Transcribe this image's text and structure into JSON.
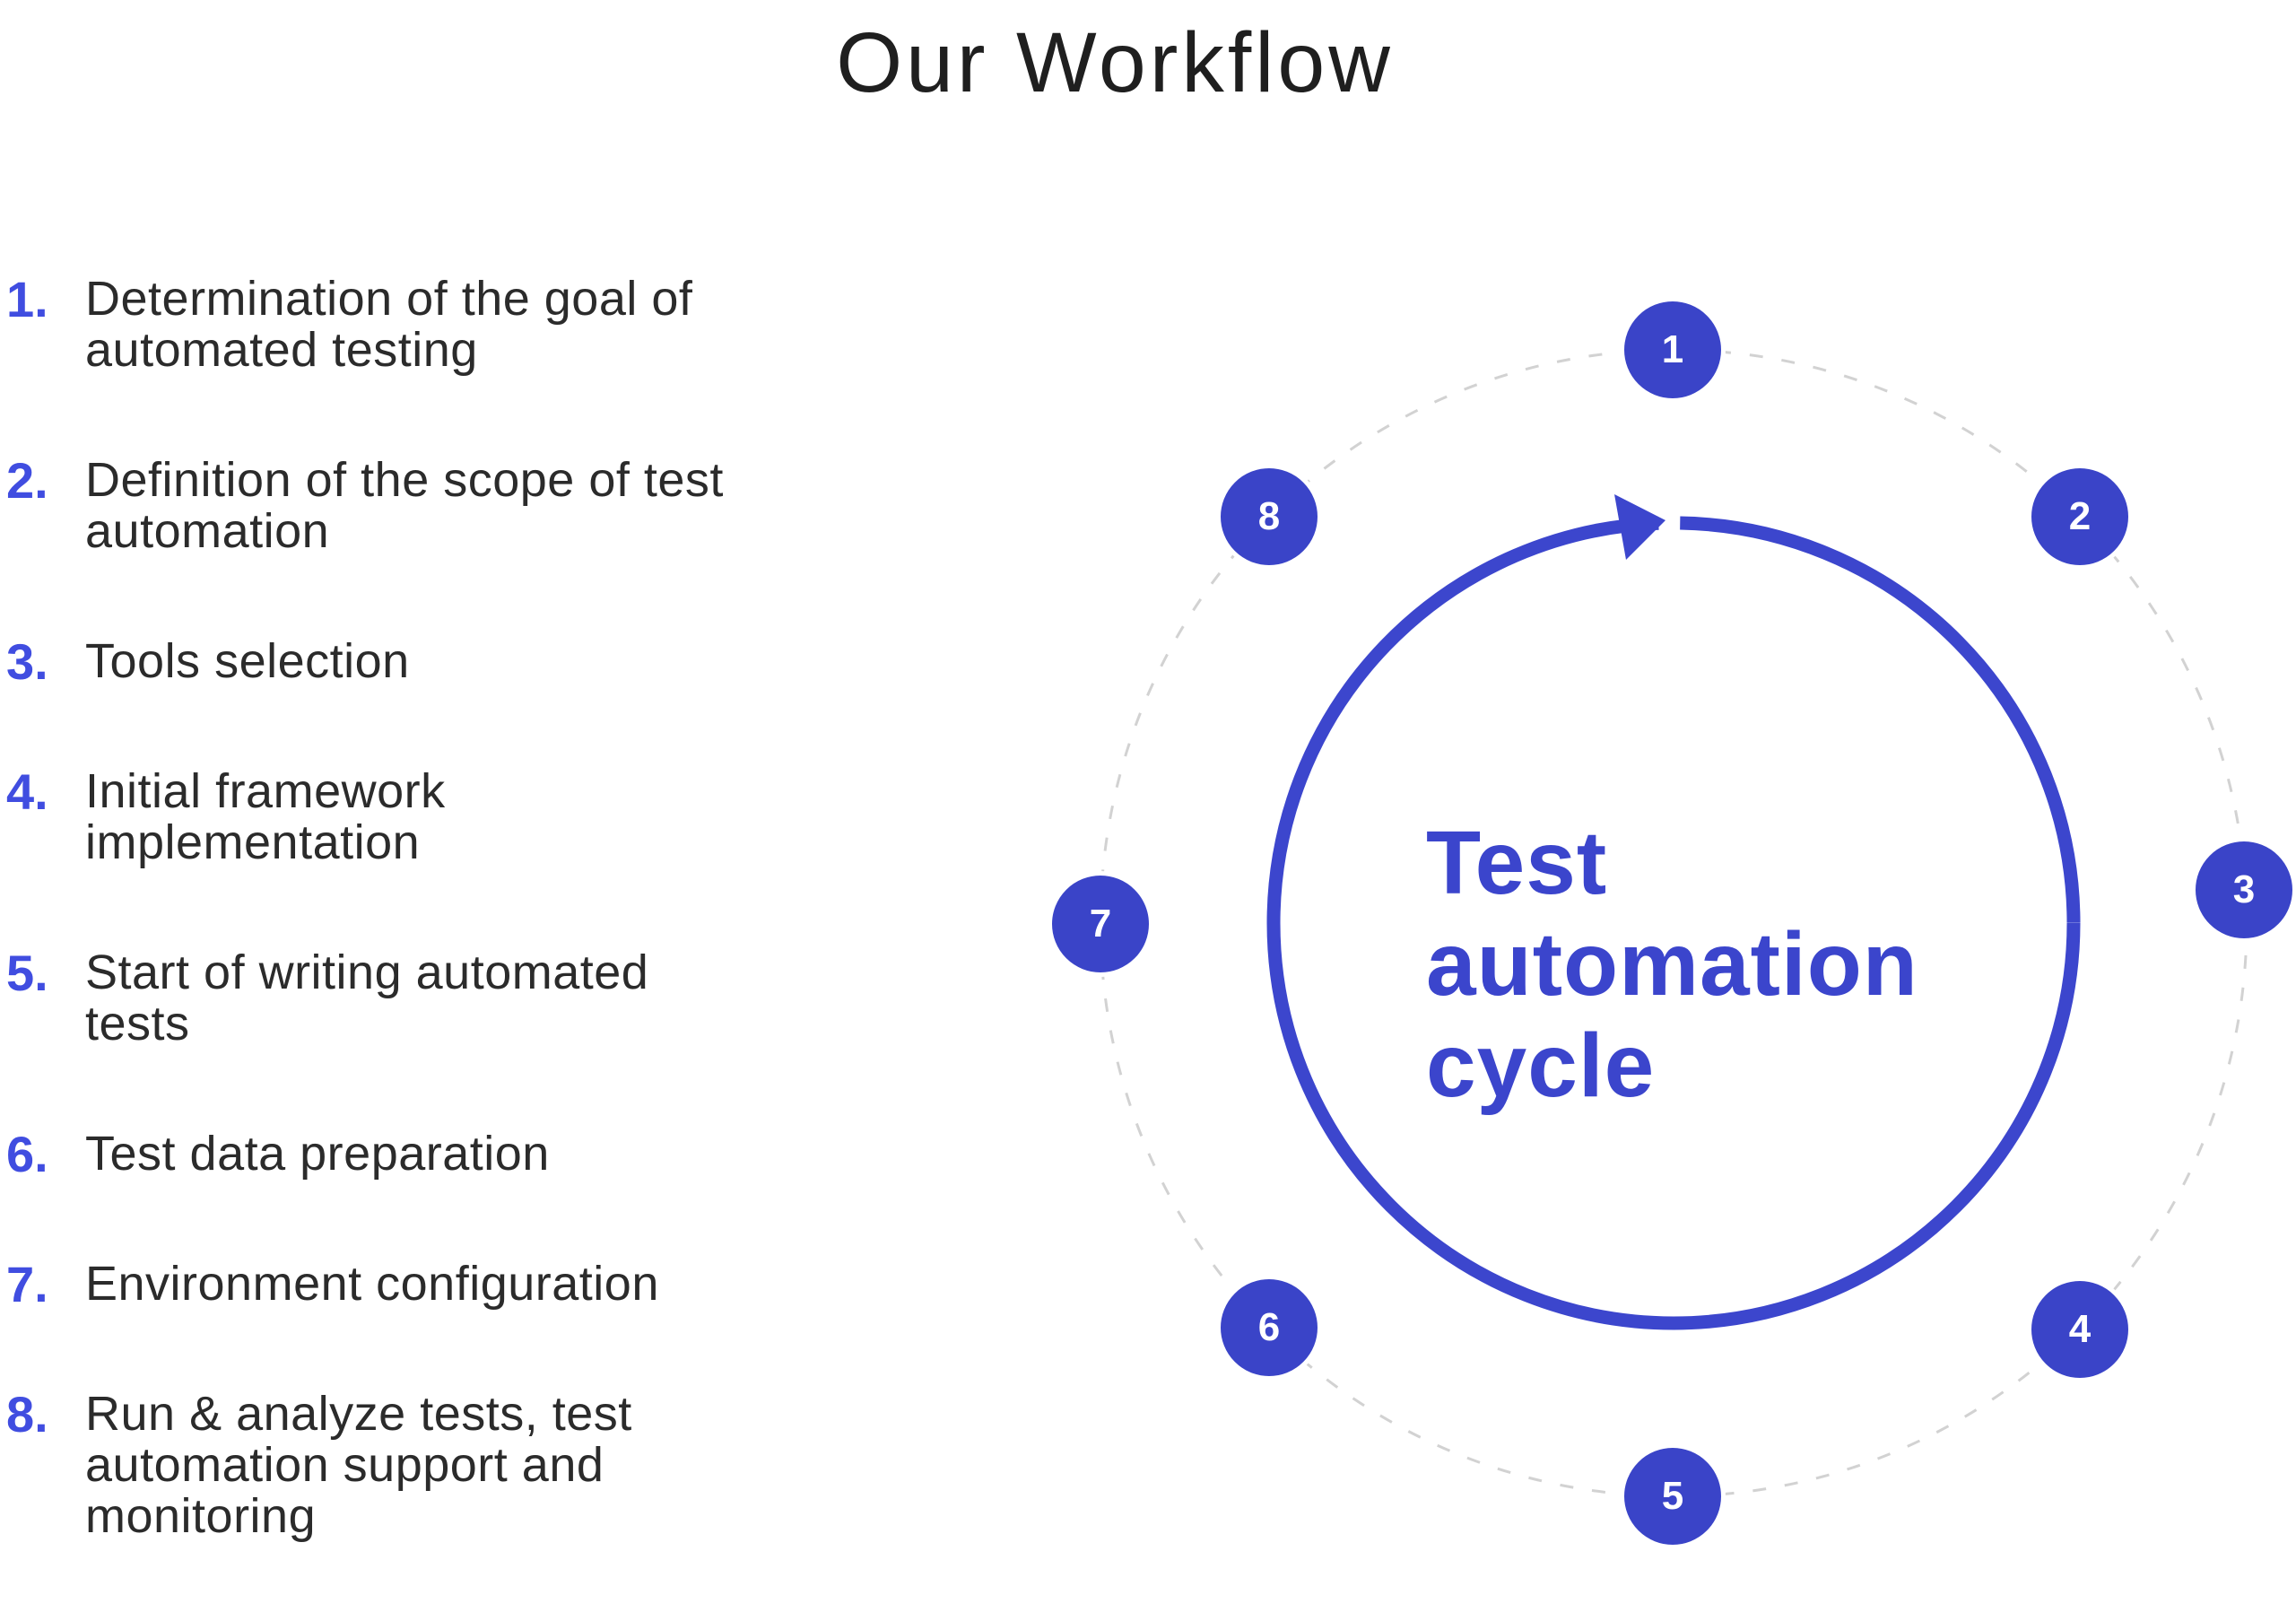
{
  "title": "Our Workflow",
  "steps": [
    {
      "num": "1.",
      "text": "Determination of the goal of\nautomated testing"
    },
    {
      "num": "2.",
      "text": "Definition of the scope of test\nautomation"
    },
    {
      "num": "3.",
      "text": "Tools selection"
    },
    {
      "num": "4.",
      "text": "Initial framework\nimplementation"
    },
    {
      "num": "5.",
      "text": "Start of writing automated\ntests"
    },
    {
      "num": "6.",
      "text": "Test data preparation"
    },
    {
      "num": "7.",
      "text": "Environment configuration"
    },
    {
      "num": "8.",
      "text": "Run & analyze tests, test\nautomation support and\nmonitoring"
    }
  ],
  "cycle": {
    "center_label": "Test\nautomation\ncycle",
    "nodes": [
      "1",
      "2",
      "3",
      "4",
      "5",
      "6",
      "7",
      "8"
    ]
  },
  "colors": {
    "primary_blue": "#3a44c8",
    "list_number_blue": "#404de0",
    "center_label_blue": "#3b45cc",
    "dashed_ring_gray": "#d2d2d2",
    "title_text": "#1f1f1f",
    "body_text": "#2b2b2b",
    "node_text": "#ffffff"
  }
}
